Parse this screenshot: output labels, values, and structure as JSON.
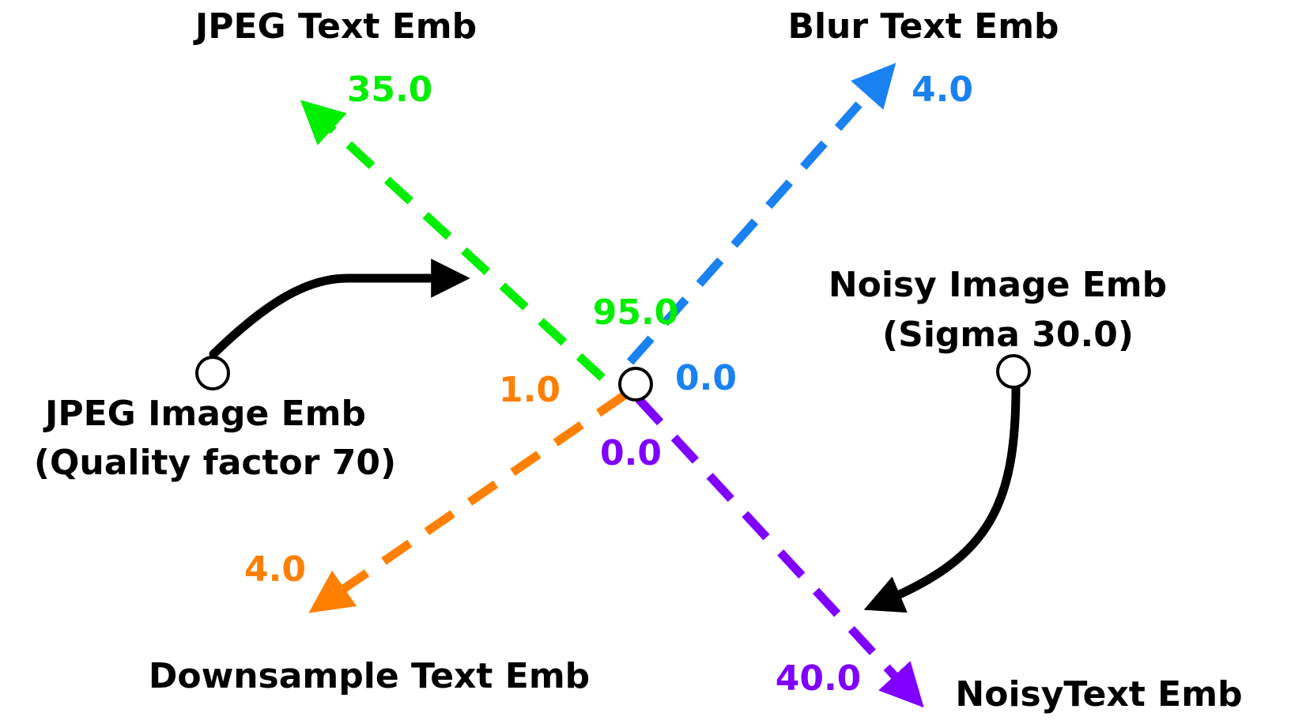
{
  "axes": {
    "jpeg": {
      "name": "JPEG Text Emb",
      "start_value": "95.0",
      "end_value": "35.0",
      "color": "#00ee00"
    },
    "blur": {
      "name": "Blur Text Emb",
      "start_value": "0.0",
      "end_value": "4.0",
      "color": "#1a82f0"
    },
    "downsample": {
      "name": "Downsample Text Emb",
      "start_value": "1.0",
      "end_value": "4.0",
      "color": "#ff8000"
    },
    "noisy": {
      "name": "NoisyText Emb",
      "start_value": "0.0",
      "end_value": "40.0",
      "color": "#8000ff"
    }
  },
  "image_embeddings": {
    "jpeg": {
      "line1": "JPEG Image Emb",
      "line2": "(Quality factor 70)"
    },
    "noisy": {
      "line1": "Noisy Image Emb",
      "line2": "(Sigma 30.0)"
    }
  },
  "colors": {
    "arrow": "#000000",
    "node_fill": "#ffffff",
    "node_stroke": "#000000"
  }
}
